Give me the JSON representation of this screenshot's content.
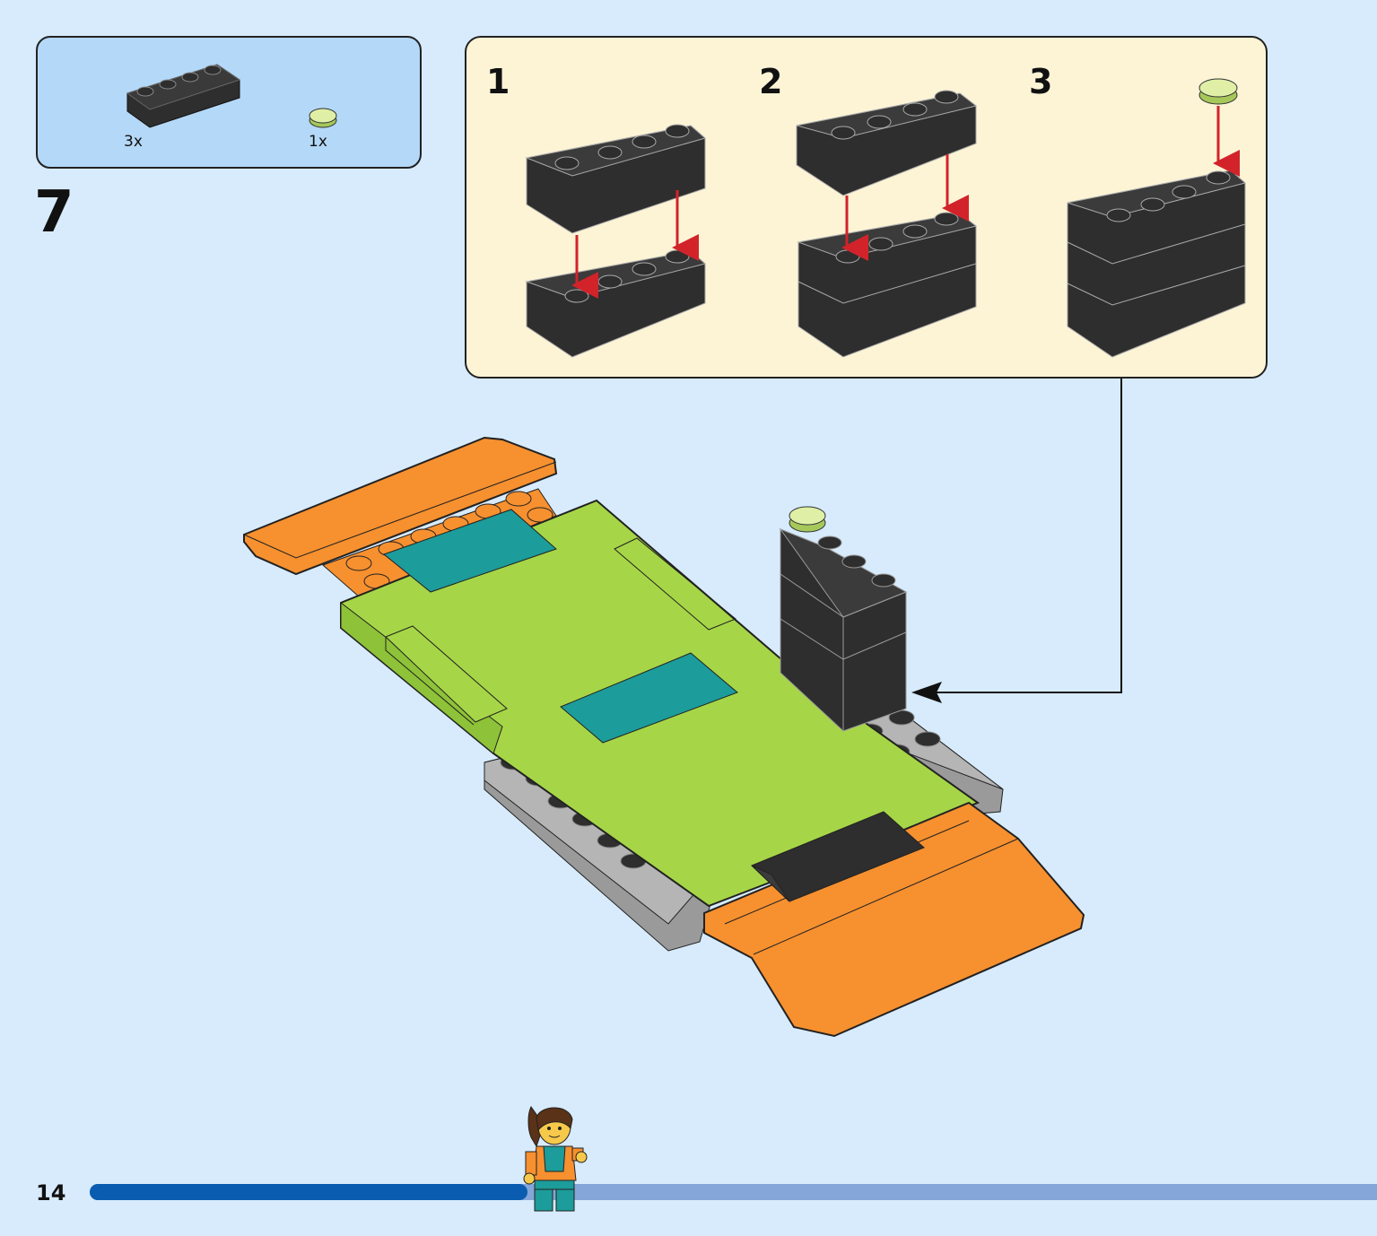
{
  "parts_list": {
    "items": [
      {
        "qty": "3x",
        "piece": "black-wedge-plate-icon"
      },
      {
        "qty": "1x",
        "piece": "lime-round-tile-icon"
      }
    ]
  },
  "step": {
    "number": "7"
  },
  "substeps": [
    {
      "label": "1"
    },
    {
      "label": "2"
    },
    {
      "label": "3"
    }
  ],
  "page": {
    "number": "14"
  },
  "progress": {
    "fraction": 0.34
  },
  "colors": {
    "background": "#d7ebfc",
    "parts_box": "#b4d8f7",
    "substep_box": "#fdf4d6",
    "brick_black": "#2e2e2e",
    "lime": "#a6d647",
    "orange": "#f7902f",
    "teal": "#1c9c9a",
    "gray": "#9a9a9a",
    "arrow_red": "#d2232a",
    "progress_dark": "#0a5cb0",
    "progress_light": "#84a6d8"
  }
}
